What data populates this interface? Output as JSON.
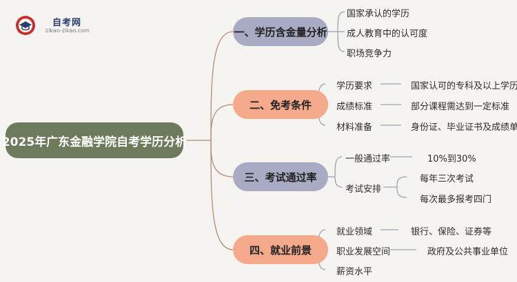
{
  "logo": {
    "name": "自考网",
    "url": "zikao-zikao.com"
  },
  "root": "2025年广东金融学院自考学历分析",
  "branches": [
    {
      "label": "一、学历含金量分析",
      "items": [
        "国家承认的学历",
        "成人教育中的认可度",
        "职场竞争力"
      ]
    },
    {
      "label": "二、免考条件",
      "items": [
        {
          "label": "学历要求",
          "detail": "国家认可的专科及以上学历"
        },
        {
          "label": "成绩标准",
          "detail": "部分课程需达到一定标准"
        },
        {
          "label": "材料准备",
          "detail": "身份证、毕业证书及成绩单"
        }
      ]
    },
    {
      "label": "三、考试通过率",
      "items": [
        {
          "label": "一般通过率",
          "details": [
            "10%到30%"
          ]
        },
        {
          "label": "考试安排",
          "details": [
            "每年三次考试",
            "每次最多报考四门"
          ]
        }
      ]
    },
    {
      "label": "四、就业前景",
      "items": [
        {
          "label": "就业领域",
          "detail": "银行、保险、证券等"
        },
        {
          "label": "职业发展空间",
          "detail": "政府及公共事业单位"
        },
        {
          "label": "薪资水平"
        }
      ]
    }
  ],
  "colors": {
    "root": "#6d7a5c",
    "branch_purple": "#a9aac3",
    "branch_orange": "#f3a98a",
    "line_brown": "#b58a73",
    "line_gray": "#9aa3b4"
  }
}
